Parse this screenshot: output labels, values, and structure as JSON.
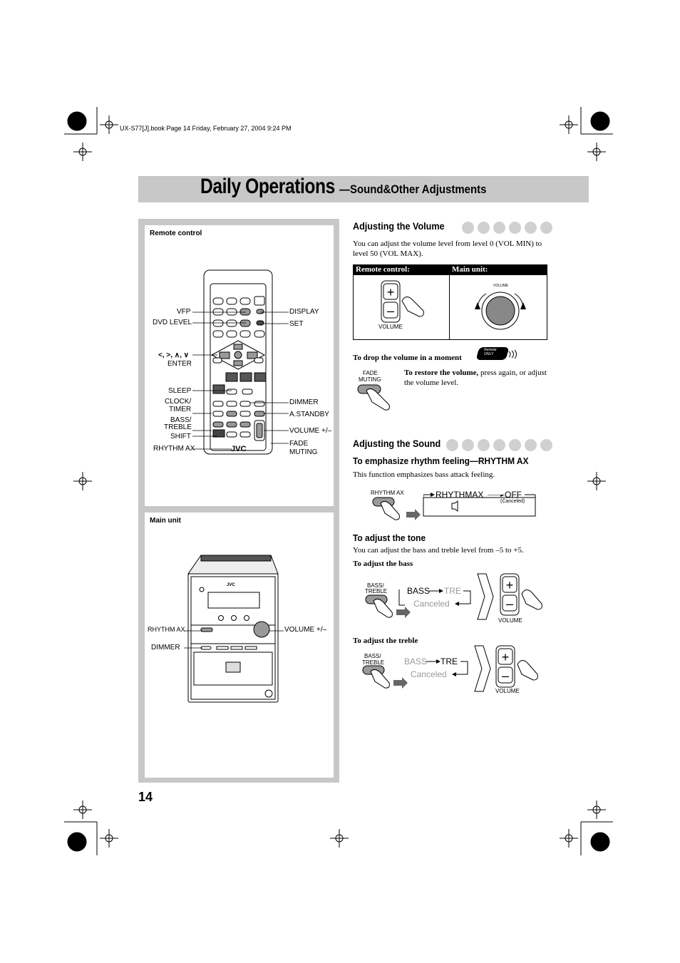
{
  "file_header": "UX-S77[J].book  Page 14  Friday, February 27, 2004  9:24 PM",
  "title": {
    "main": "Daily Operations",
    "sub": "—Sound&Other Adjustments"
  },
  "page_number": "14",
  "remote_panel": {
    "heading": "Remote control",
    "labels": {
      "vfp": "VFP",
      "dvd_level": "DVD LEVEL",
      "cursor": "<, >, ∧, ∨",
      "enter": "ENTER",
      "sleep": "SLEEP",
      "clock": "CLOCK/",
      "timer": "TIMER",
      "bass": "BASS/",
      "treble": "TREBLE",
      "shift": "SHIFT",
      "rhythm_ax": "RHYTHM AX",
      "display": "DISPLAY",
      "set": "SET",
      "dimmer": "DIMMER",
      "astandby": "A.STANDBY",
      "volume": "VOLUME +/–",
      "fade": "FADE",
      "muting": "MUTING",
      "brand": "JVC"
    }
  },
  "main_panel": {
    "heading": "Main unit",
    "labels": {
      "rhythm_ax": "RHYTHM AX",
      "dimmer": "DIMMER",
      "volume": "VOLUME +/–",
      "brand": "JVC"
    }
  },
  "volume_section": {
    "heading": "Adjusting the Volume",
    "body": "You can adjust the volume level from level 0 (VOL MIN) to level 50 (VOL MAX).",
    "table": {
      "col1": "Remote control:",
      "col2": "Main unit:",
      "vol_label": "VOLUME",
      "knob_label": "VOLUME"
    },
    "drop_heading": "To drop the volume in a moment",
    "badge": "Remote ONLY",
    "fade_label_1": "FADE",
    "fade_label_2": "MUTING",
    "restore_bold": "To restore the volume,",
    "restore_text": " press again, or adjust the volume level."
  },
  "sound_section": {
    "heading": "Adjusting the Sound",
    "rhythm_heading": "To emphasize rhythm feeling—RHYTHM AX",
    "rhythm_body": "This function emphasizes bass attack feeling.",
    "rhythm_btn": "RHYTHM AX",
    "rhythm_on": "RHYTHMAX",
    "rhythm_off": "OFF",
    "rhythm_canceled": "(Canceled)",
    "tone_heading": "To adjust the tone",
    "tone_body": "You can adjust the bass and treble level from –5 to +5.",
    "bass_heading": "To adjust the bass",
    "treble_heading": "To adjust the treble",
    "bt_label_1": "BASS/",
    "bt_label_2": "TREBLE",
    "bass_word": "BASS",
    "tre_word": "TRE",
    "canceled": "Canceled",
    "volume_word": "VOLUME"
  }
}
